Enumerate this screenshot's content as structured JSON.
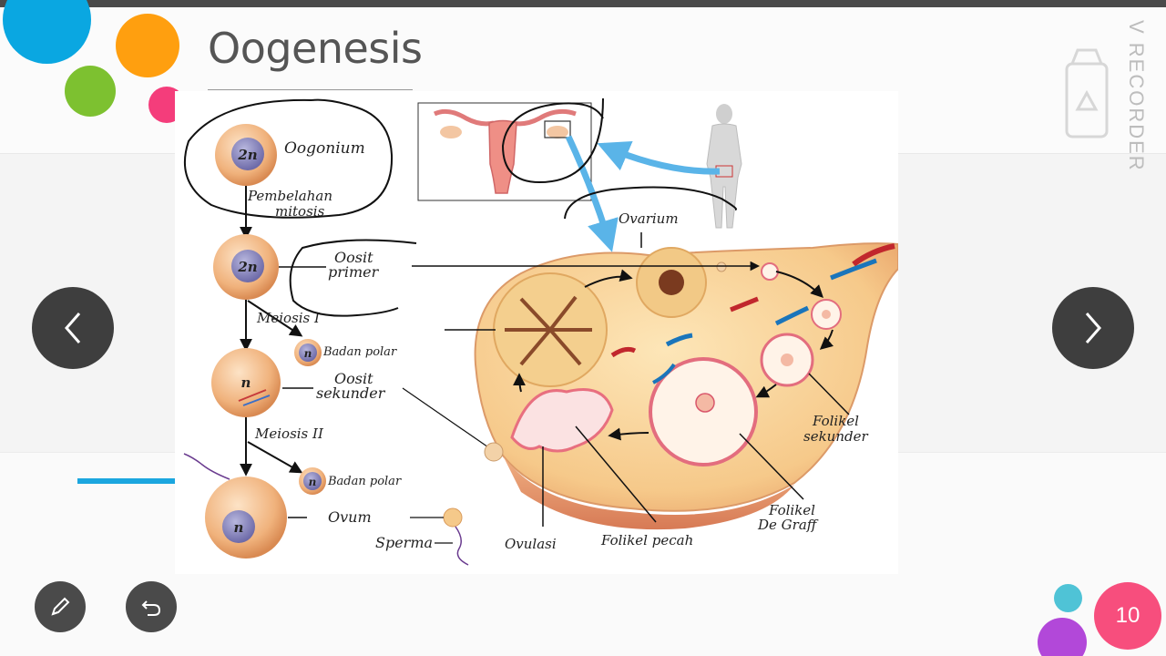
{
  "slide": {
    "title": "Oogenesis",
    "page_number": "10"
  },
  "watermark": {
    "text": "V RECORDER",
    "icon": "recorder-logo-icon"
  },
  "diagram": {
    "labels": {
      "oogonium": "Oogonium",
      "pembelahan_1": "Pembelahan",
      "pembelahan_2": "mitosis",
      "oosit_primer_1": "Oosit",
      "oosit_primer_2": "primer",
      "meiosis_1": "Meiosis I",
      "badan_polar_1": "Badan polar",
      "oosit_sekunder_1": "Oosit",
      "oosit_sekunder_2": "sekunder",
      "meiosis_2": "Meiosis II",
      "badan_polar_2": "Badan polar",
      "ovum": "Ovum",
      "sperma": "Sperma",
      "ovarium": "Ovarium",
      "ovulasi": "Ovulasi",
      "folikel_pecah": "Folikel pecah",
      "folikel_de_graff_1": "Folikel",
      "folikel_de_graff_2": "De Graff",
      "folikel_sekunder_1": "Folikel",
      "folikel_sekunder_2": "sekunder"
    },
    "cells": {
      "c1": "2n",
      "c2": "2n",
      "c3": "n",
      "c4": "n",
      "pb1": "n",
      "pb2": "n"
    }
  },
  "controls": {
    "prev_icon": "chevron-left-icon",
    "next_icon": "chevron-right-icon",
    "pen_icon": "pen-icon",
    "undo_icon": "undo-icon"
  },
  "colors": {
    "accent_blue": "#0aa7e1",
    "accent_orange": "#ff9f0f",
    "accent_green": "#7dc130",
    "accent_pink": "#f74e7d",
    "accent_purple": "#b248d9"
  }
}
